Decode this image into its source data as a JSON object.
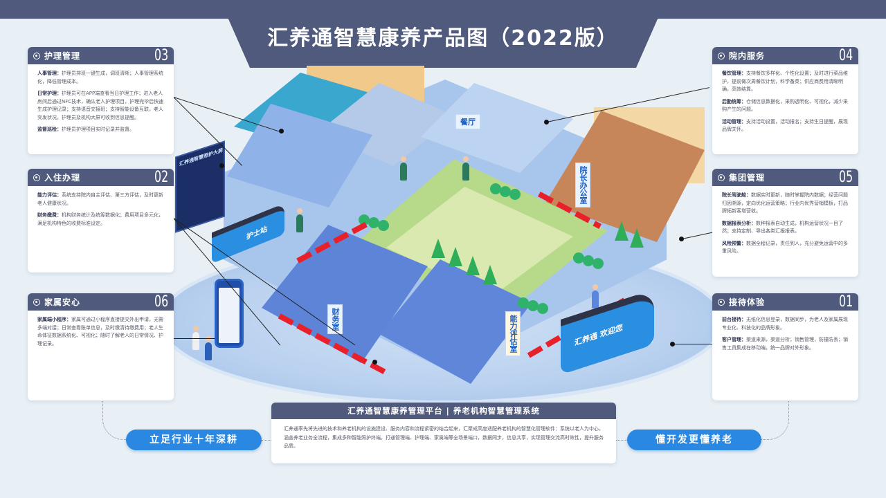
{
  "header": {
    "title": "汇养通智慧康养产品图（2022版）"
  },
  "panels": [
    {
      "id": "nursing",
      "title": "护理管理",
      "number": "03",
      "items": [
        {
          "label": "人事管理：",
          "text": "护理员排班一键生成，调班清晰；人事管理系统化，降低管理成本。"
        },
        {
          "label": "日常护理：",
          "text": "护理员可在APP端查看当日护理工作；进入老人房间后通过NFC技术，确认老人护理项目，护理完毕后快速生成护理记录；支持语音交接班；支持智能设备互联，老人突发状况，护理员及机构大屏可收到信息提醒。"
        },
        {
          "label": "监督巡检：",
          "text": "护理员护理项目实时记录并监督。"
        }
      ]
    },
    {
      "id": "checkin",
      "title": "入住办理",
      "number": "02",
      "items": [
        {
          "label": "能力评估：",
          "text": "系统支持院内自主评估、第三方评估，及时更新老人健康状况。"
        },
        {
          "label": "财务缴费：",
          "text": "机构财务统计及统筹数据化；费用项目多元化，满足机构特色的收费标准设定。"
        }
      ]
    },
    {
      "id": "family",
      "title": "家属安心",
      "number": "06",
      "items": [
        {
          "label": "家属端小程序：",
          "text": "家属可通过小程序直接提交外出申请，无需多端对接；日常查看账单信息，及时缴清待缴费用；老人生命体征数据系统化、可视化；随时了解老人的日常情况、护理记录。"
        }
      ]
    },
    {
      "id": "inhouse",
      "title": "院内服务",
      "number": "04",
      "items": [
        {
          "label": "餐饮管理：",
          "text": "支持餐饮多样化、个性化设置；及时进行菜品维护，提前做次周餐饮计划，科学备菜；供应商费用清晰明确，高效结算。"
        },
        {
          "label": "后勤统筹：",
          "text": "仓储信息数据化，采购透明化、可视化，减少采购产生的问题。"
        },
        {
          "label": "活动管理：",
          "text": "支持活动设置，活动报名；支持生日提醒，展现品牌关怀。"
        }
      ]
    },
    {
      "id": "group",
      "title": "集团管理",
      "number": "05",
      "items": [
        {
          "label": "院长驾驶舱：",
          "text": "数据实时更新，随时掌握院内数据；经营问题归因溯源，定向优化运营策略；行业内优秀营销模板，打品牌拓新客增营收。"
        },
        {
          "label": "数据报表分析：",
          "text": "数种报表自动生成，机构运营状况一目了然；支持定制、导出各类汇报报表。"
        },
        {
          "label": "风险预警：",
          "text": "数据全程记录，责任到人，充分避免运营中的多重风险。"
        }
      ]
    },
    {
      "id": "reception",
      "title": "接待体验",
      "number": "01",
      "items": [
        {
          "label": "前台接待：",
          "text": "无纸化信息登录，数据同步，为老人及家属展现专业化、科技化的品牌形象。"
        },
        {
          "label": "客户管理：",
          "text": "渠道来源，渠道分析；销售管理，防撞防丢；销售工具集成在移动端，统一品牌对外形象。"
        }
      ]
    }
  ],
  "platform": {
    "title": "汇养通智慧康养管理平台 | 养老机构智慧管理系统",
    "description": "汇养通率先将先进的技术和养老机构的设施建设、服务内容和流程紧密的结合起来，汇聚成高度适配养老机构的智慧化管理软件：系统以老人为中心，涵盖养老业务全流程，集成多种智能照护终端，打通管理端、护理端、家属端等全场景端口，数据同步，信息共享，实现管理交流高时效性，提升服务品质。"
  },
  "slogans": {
    "left": "立足行业十年深耕",
    "right": "懂开发更懂养老"
  },
  "illustration": {
    "labels": {
      "big_screen": "汇养通智慧照护大屏",
      "nurse_station": "护士站",
      "dining": "餐厅",
      "director_office": "院长办公室",
      "finance": "财务室",
      "assessment": "能力评估室",
      "reception_desk": "汇养通 欢迎您"
    }
  },
  "colors": {
    "header_bg": "#4f5a7c",
    "canvas_bg": "#e8f0f6",
    "pill_blue": "#2a88e2",
    "route_red": "#e8202a"
  }
}
